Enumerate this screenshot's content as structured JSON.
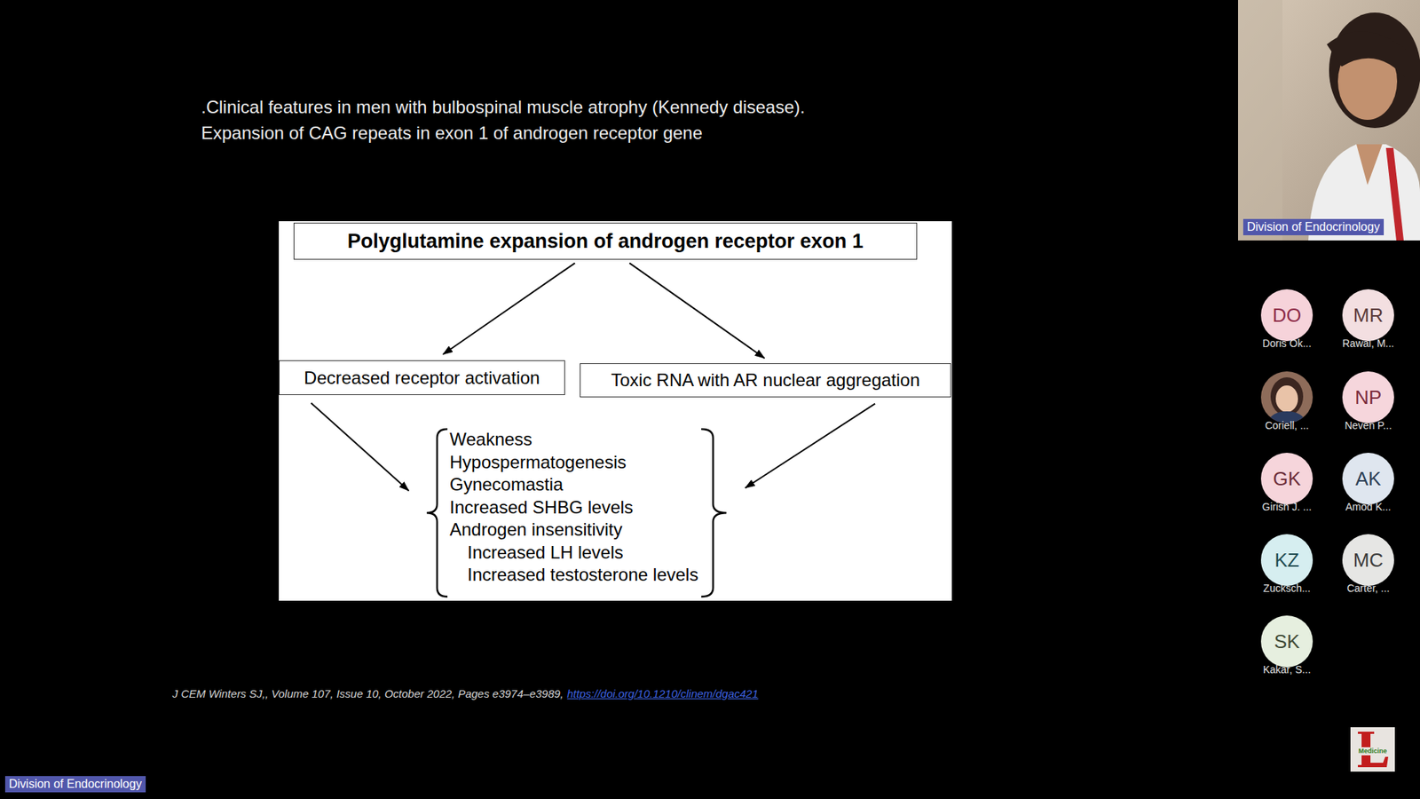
{
  "diagram": {
    "title": ".Clinical features in men with bulbospinal muscle atrophy (Kennedy disease). Expansion of CAG repeats in exon 1 of androgen receptor gene",
    "nodes": [
      {
        "text": [
          "Polyglutamine expansion of androgen receptor exon 1"
        ]
      },
      {
        "text": [
          "Decreased receptor activation"
        ]
      },
      {
        "text": [
          "Toxic RNA with AR nuclear aggregation"
        ]
      },
      {
        "text": [
          "Weakness",
          "Hypospermatogenesis",
          "Gynecomastia",
          "Increased SHBG levels",
          "Androgen insensitivity",
          "Increased LH levels",
          "Increased testosterone levels"
        ]
      }
    ],
    "edges": [
      {
        "from": 0,
        "to": 1,
        "arrow": "to"
      },
      {
        "from": 0,
        "to": 2,
        "arrow": "to"
      },
      {
        "from": 1,
        "to": 3,
        "arrow": "to"
      },
      {
        "from": 2,
        "to": 3,
        "arrow": "to"
      }
    ],
    "labels": [
      "J CEM Winters SJ,, Volume 107, Issue 10, October 2022, Pages e3974–e3989,",
      "https://doi.org/10.1210/clinem/dgac421",
      "Division of Endocrinology",
      "Division of Endocrinology",
      "DO",
      "Doris Ok...",
      "MR",
      "Rawal, M...",
      "Coriell, ...",
      "NP",
      "Neven P...",
      "GK",
      "Girish J. ...",
      "AK",
      "Amod K...",
      "KZ",
      "Zucksch...",
      "MC",
      "Carter, ...",
      "SK",
      "Kakar, S...",
      "Medicine"
    ]
  }
}
